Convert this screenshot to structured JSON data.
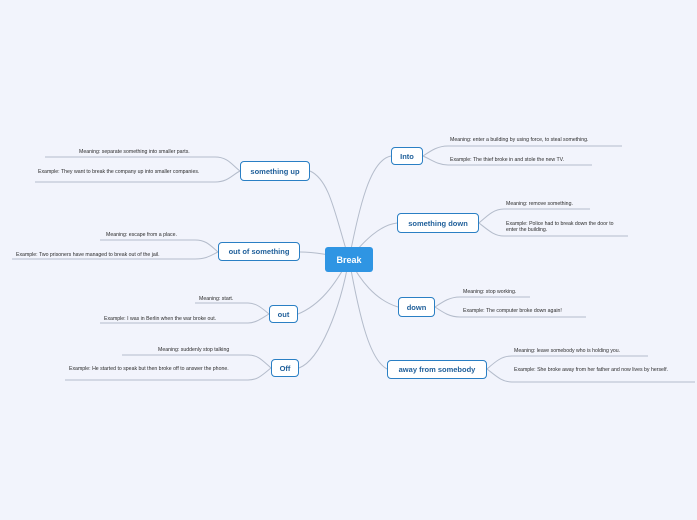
{
  "central": {
    "label": "Break"
  },
  "branches": [
    {
      "label": "something up",
      "meaning": "Meaning: separate something into smaller parts.",
      "example": "Example: They want to break the company up into smaller companies."
    },
    {
      "label": "out of something",
      "meaning": "Meaning: escape from a place.",
      "example": "Example: Two prisoners have managed to break out of the jail."
    },
    {
      "label": "out",
      "meaning": "Meaning: start.",
      "example": "Example: I was in Berlin when the war broke out."
    },
    {
      "label": "Off",
      "meaning": "Meaning: suddenly stop talking",
      "example": "Example: He started to speak but then broke off to answer the phone."
    },
    {
      "label": "Into",
      "meaning": "Meaning: enter a building by using force, to steal something.",
      "example": "Example: The thief broke in and stole the new TV."
    },
    {
      "label": "something down",
      "meaning": "Meaning: remove something.",
      "example": "Example: Police had to break down the door to enter the building."
    },
    {
      "label": "down",
      "meaning": "Meaning: stop working.",
      "example": "Example: The computer broke down again!"
    },
    {
      "label": "away from somebody",
      "meaning": "Meaning: leave somebody who is holding you.",
      "example": "Example: She broke away from her father and now lives by herself."
    }
  ]
}
